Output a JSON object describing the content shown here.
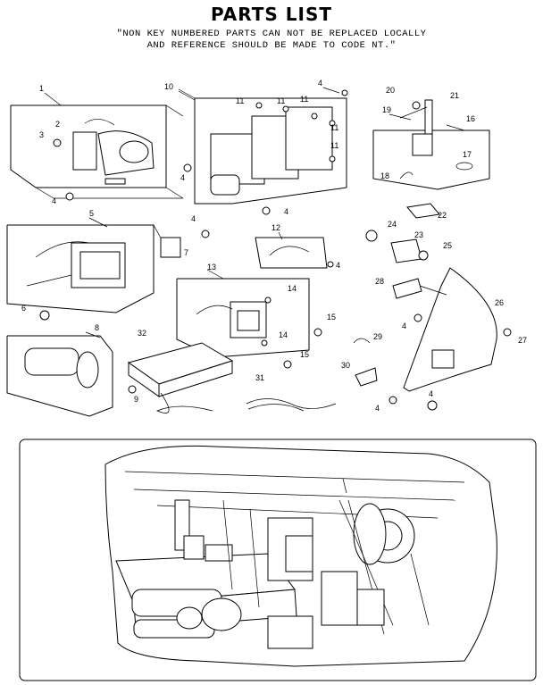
{
  "title": "PARTS LIST",
  "note_line1": "\"NON KEY NUMBERED PARTS CAN NOT BE REPLACED LOCALLY",
  "note_line2": "AND REFERENCE SHOULD BE MADE TO CODE NT.\"",
  "callouts": [
    "1",
    "2",
    "3",
    "4",
    "5",
    "6",
    "7",
    "8",
    "9",
    "10",
    "11",
    "12",
    "13",
    "14",
    "15",
    "16",
    "17",
    "18",
    "19",
    "20",
    "21",
    "22",
    "23",
    "24",
    "25",
    "26",
    "27",
    "28",
    "29",
    "30",
    "31",
    "32"
  ]
}
